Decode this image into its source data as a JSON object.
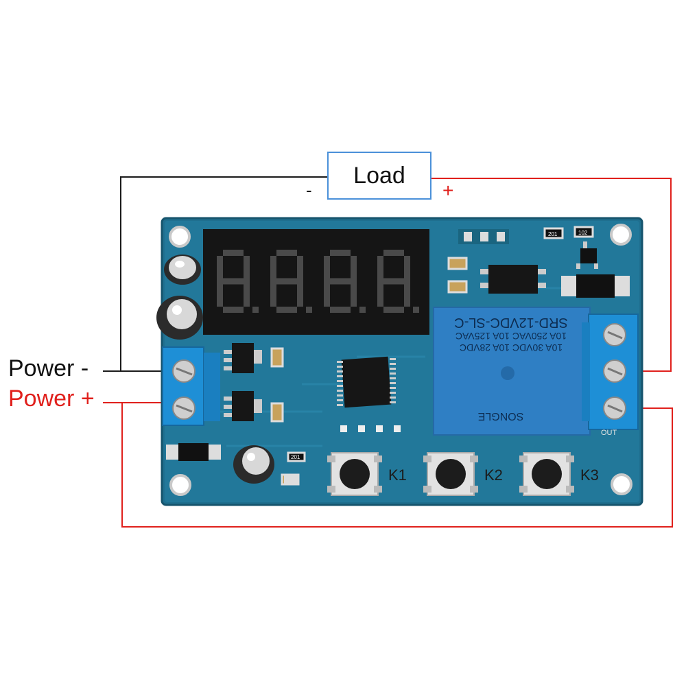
{
  "load": {
    "label": "Load",
    "minus": "-",
    "plus": "+"
  },
  "power": {
    "negative": "Power -",
    "positive": "Power +"
  },
  "board": {
    "buttons": [
      "K1",
      "K2",
      "K3"
    ],
    "relay": {
      "model": "SRD-12VDC-SL-C",
      "rating1": "10A 250VAC 10A 125VAC",
      "rating2": "10A 30VDC 10A 28VDC",
      "brand": "SONGLE"
    },
    "out_label": "OUT",
    "resistor_a": "201",
    "resistor_b": "102",
    "resistor_c": "201"
  },
  "colors": {
    "pcb": "#1f6f8f",
    "pcb_light": "#2a86a8",
    "wire_black": "#1a1a1a",
    "wire_red": "#e0201c",
    "terminal_blue": "#1e8fd6",
    "relay_blue": "#2f7fc4",
    "display_bg": "#151515",
    "segment_off": "#4a4a4a"
  }
}
